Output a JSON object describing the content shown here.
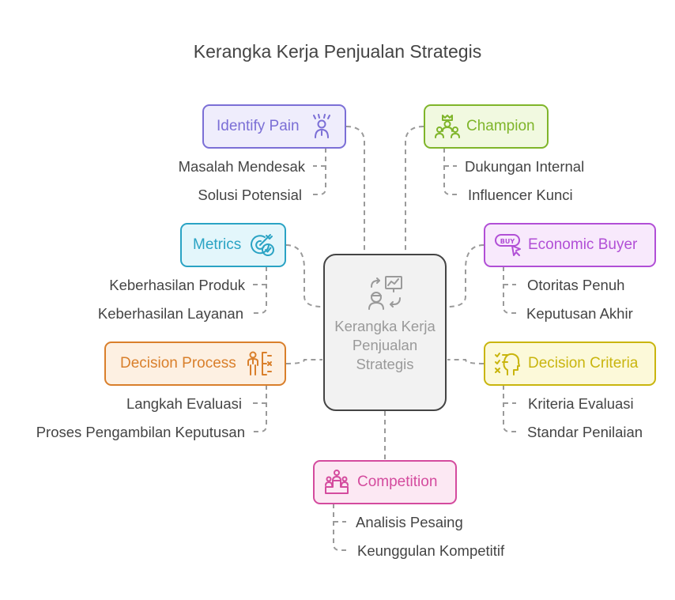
{
  "title": "Kerangka Kerja Penjualan Strategis",
  "center": {
    "label": "Kerangka Kerja Penjualan Strategis",
    "icon": "sales-strategy-icon"
  },
  "branches": {
    "identify_pain": {
      "label": "Identify Pain",
      "icon": "stressed-person-icon",
      "color": "#7b6fd6",
      "bg": "#efedfc",
      "items": [
        "Masalah Mendesak",
        "Solusi Potensial"
      ]
    },
    "champion": {
      "label": "Champion",
      "icon": "crowned-leader-icon",
      "color": "#7fb52a",
      "bg": "#f1f9e0",
      "items": [
        "Dukungan Internal",
        "Influencer Kunci"
      ]
    },
    "metrics": {
      "label": "Metrics",
      "icon": "target-check-icon",
      "color": "#2aa3c4",
      "bg": "#e3f6fb",
      "items": [
        "Keberhasilan Produk",
        "Keberhasilan Layanan"
      ]
    },
    "economic_buyer": {
      "label": "Economic Buyer",
      "icon": "buy-cursor-icon",
      "color": "#b14fd6",
      "bg": "#f8e9fc",
      "items": [
        "Otoritas Penuh",
        "Keputusan Akhir"
      ]
    },
    "decision_process": {
      "label": "Decision Process",
      "icon": "person-decision-icon",
      "color": "#d97f2b",
      "bg": "#fdf0e2",
      "items": [
        "Langkah Evaluasi",
        "Proses Pengambilan Keputusan"
      ]
    },
    "decision_criteria": {
      "label": "Decision Criteria",
      "icon": "checklist-head-icon",
      "color": "#c9b50e",
      "bg": "#fcf9d9",
      "items": [
        "Kriteria Evaluasi",
        "Standar Penilaian"
      ]
    },
    "competition": {
      "label": "Competition",
      "icon": "podium-icon",
      "color": "#d44b9e",
      "bg": "#fce8f3",
      "items": [
        "Analisis Pesaing",
        "Keunggulan Kompetitif"
      ]
    }
  }
}
